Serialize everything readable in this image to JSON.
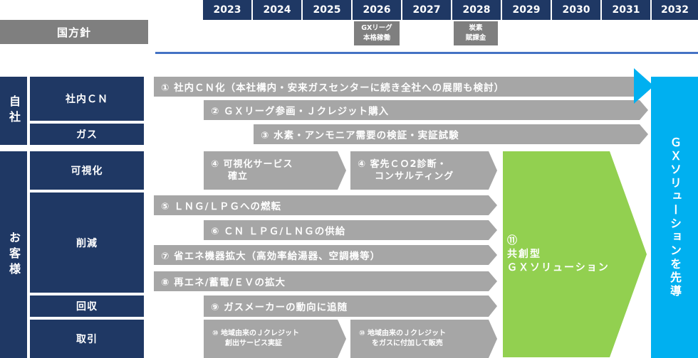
{
  "years": [
    "2023",
    "2024",
    "2025",
    "2026",
    "2027",
    "2028",
    "2029",
    "2030",
    "2031",
    "2032"
  ],
  "policy": {
    "label": "国方針",
    "notes": [
      {
        "line1": "GXリーグ",
        "line2": "本格稼働"
      },
      {
        "line1": "炭素",
        "line2": "賦課金"
      }
    ]
  },
  "categories": {
    "company": "自社",
    "customer": "お客様"
  },
  "subcategories": {
    "internal_cn": "社内ＣＮ",
    "gas": "ガス",
    "visualize": "可視化",
    "reduce": "削減",
    "recover": "回収",
    "trade": "取引"
  },
  "arrows": {
    "a1": "①  社内ＣＮ化（本社構内・安来ガスセンターに続き全社への展開も検討）",
    "a2": "②  ＧＸリーグ参画・Ｊクレジット購入",
    "a3": "③  水素・アンモニア需要の検証・実証試験",
    "a4a_1": "④  可視化サービス",
    "a4a_2": "確立",
    "a4b_1": "④  客先ＣＯ2診断・",
    "a4b_2": "コンサルティング",
    "a5": "⑤  ＬＮＧ/ＬＰＧへの燃転",
    "a6": "⑥  ＣＮ  ＬＰＧ/ＬＮＧの供給",
    "a7": "⑦  省エネ機器拡大（高効率給湯器、空調機等）",
    "a8": "⑧  再エネ/蓄電/ＥＶの拡大",
    "a9": "⑨  ガスメーカーの動向に追随",
    "a10a_1": "⑩  地域由来のＪクレジット",
    "a10a_2": "創出サービス実証",
    "a10b_1": "⑩  地域由来のＪクレジット",
    "a10b_2": "をガスに付加して販売"
  },
  "co_creation": {
    "num": "⑪",
    "line1": "共創型",
    "line2": "ＧＸソリューション"
  },
  "goal": "ＧＸソリューションを先導",
  "colors": {
    "navy": "#1f3864",
    "gray": "#a6a6a6",
    "policy_gray": "#7f7f7f",
    "green": "#92d050",
    "blue": "#00b0f0",
    "line_blue": "#4472c4"
  }
}
